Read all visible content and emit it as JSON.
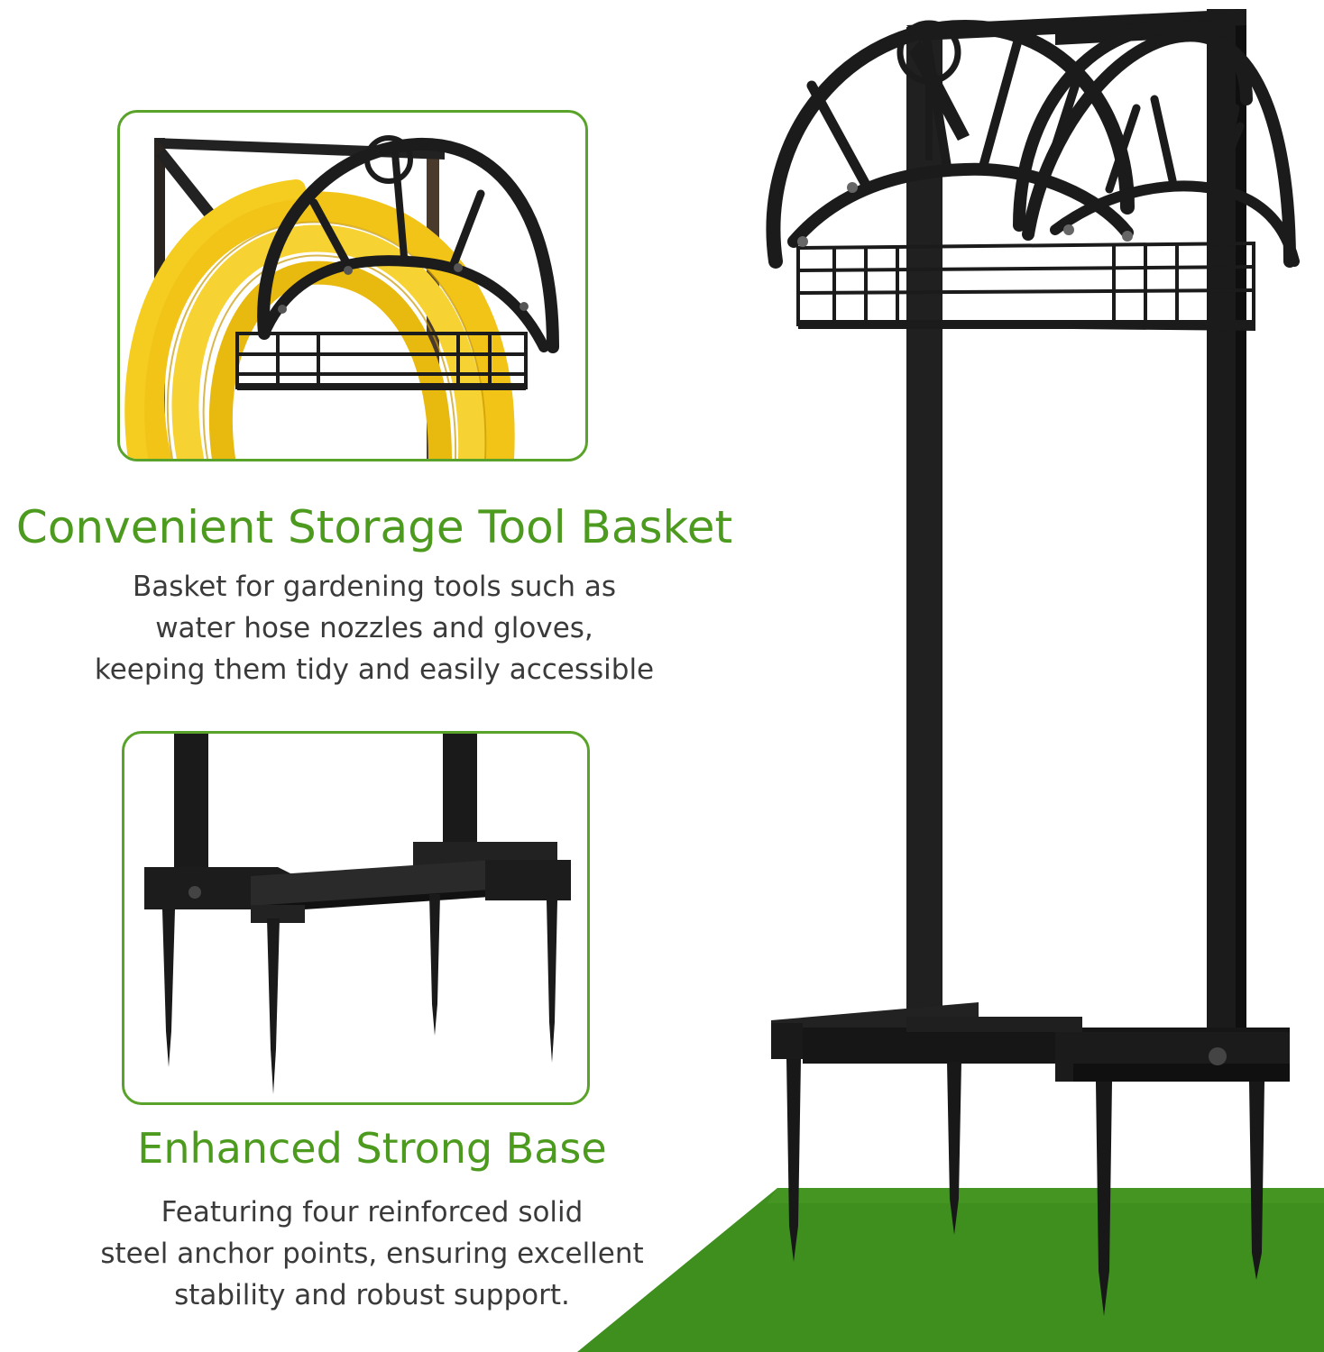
{
  "features": [
    {
      "title": "Convenient Storage Tool Basket",
      "lines": [
        "Basket for gardening tools such as",
        "water hose nozzles and gloves,",
        "keeping them tidy and easily accessible"
      ]
    },
    {
      "title": "Enhanced Strong Base",
      "lines": [
        "Featuring four reinforced solid",
        "steel anchor points, ensuring excellent",
        "stability and robust support."
      ]
    }
  ],
  "colors": {
    "accent_green": "#4c9a1e",
    "panel_border": "#5aa32a",
    "grass": "#3f8f1f",
    "hose_yellow": "#f2c418",
    "metal": "#1c1c1c"
  }
}
